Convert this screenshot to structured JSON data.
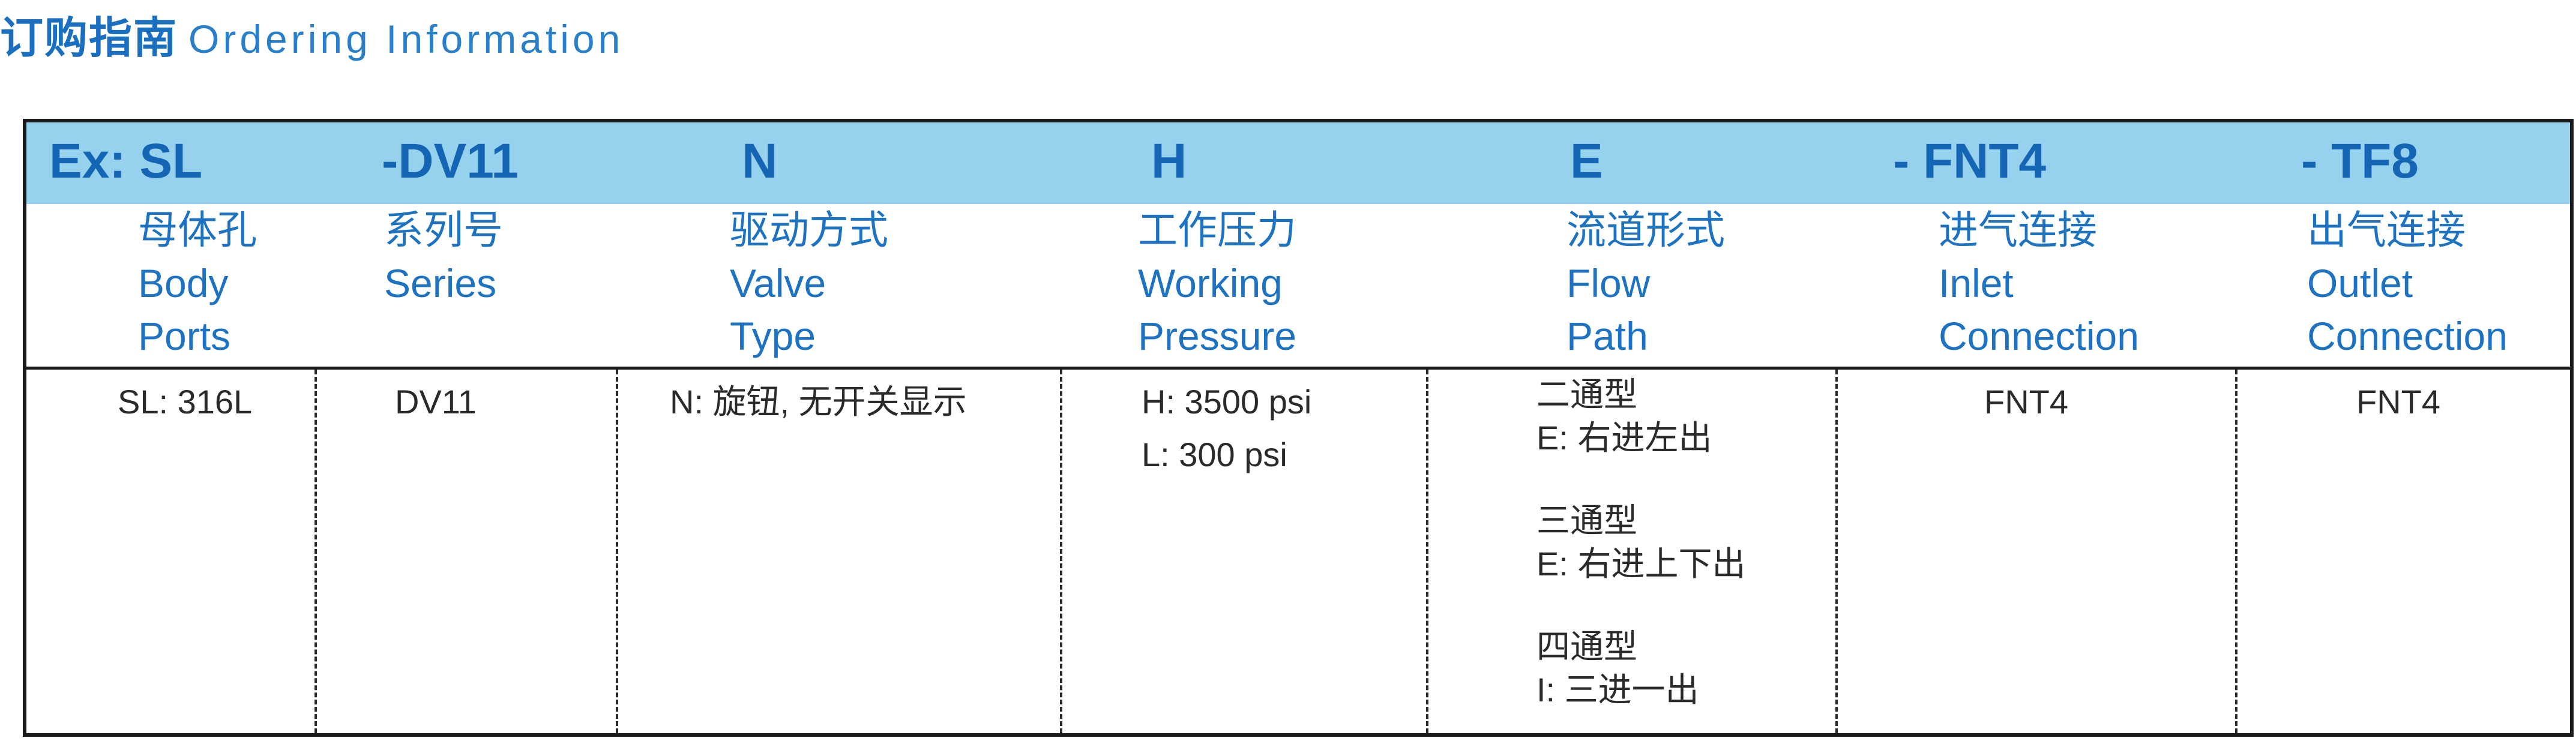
{
  "heading": {
    "title_cn": "订购指南",
    "title_en": "Ordering  Information"
  },
  "codes": [
    {
      "text": "Ex:   SL"
    },
    {
      "text": "-DV11"
    },
    {
      "text": "N"
    },
    {
      "text": "H"
    },
    {
      "text": "E"
    },
    {
      "text": "-    FNT4"
    },
    {
      "text": "-    TF8"
    }
  ],
  "labels": [
    {
      "cn": "母体孔",
      "en1": "Body",
      "en2": "Ports"
    },
    {
      "cn": "系列号",
      "en1": "Series",
      "en2": ""
    },
    {
      "cn": "驱动方式",
      "en1": "Valve",
      "en2": "Type"
    },
    {
      "cn": "工作压力",
      "en1": "Working",
      "en2": "Pressure"
    },
    {
      "cn": "流道形式",
      "en1": "Flow",
      "en2": "Path"
    },
    {
      "cn": "进气连接",
      "en1": "Inlet",
      "en2": "Connection"
    },
    {
      "cn": "出气连接",
      "en1": "Outlet",
      "en2": "Connection"
    }
  ],
  "options": {
    "body_ports": "SL: 316L",
    "series": "DV11",
    "valve_type": "N: 旋钮, 无开关显示",
    "pressure": [
      "H: 3500 psi",
      "L: 300 psi"
    ],
    "flow_path": {
      "two_way_title": "二通型",
      "two_way_opt": "E: 右进左出",
      "three_way_title": "三通型",
      "three_way_opt": "E: 右进上下出",
      "four_way_title": "四通型",
      "four_way_opt": "I: 三进一出"
    },
    "inlet": "FNT4",
    "outlet": "FNT4"
  },
  "colors": {
    "title_blue": "#1a6fc0",
    "band_blue": "#96d2ee",
    "code_blue": "#1466b4",
    "border": "#1a1a1a"
  }
}
